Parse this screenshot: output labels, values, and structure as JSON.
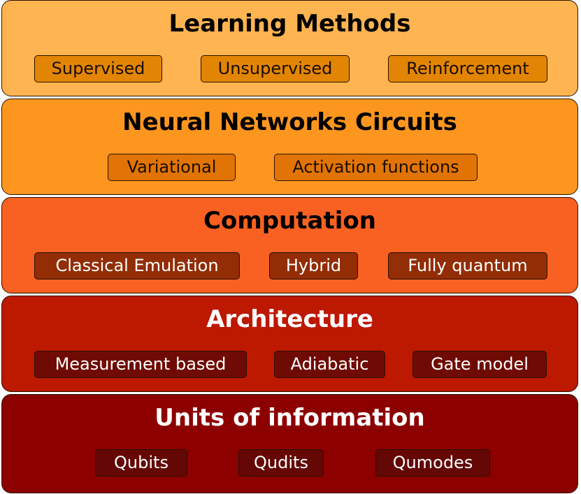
{
  "layers": [
    {
      "title": "Learning Methods",
      "colors": {
        "fill": "#feb450",
        "chip": "#e38504",
        "text": "#000000",
        "chip_text": "#1a0d00"
      },
      "items": [
        "Supervised",
        "Unsupervised",
        "Reinforcement"
      ]
    },
    {
      "title": "Neural Networks Circuits",
      "colors": {
        "fill": "#fd961f",
        "chip": "#e17405",
        "text": "#000000",
        "chip_text": "#1a0d00"
      },
      "items": [
        "Variational",
        "Activation functions"
      ]
    },
    {
      "title": "Computation",
      "colors": {
        "fill": "#f96122",
        "chip": "#922d06",
        "text": "#000000",
        "chip_text": "#ffffff"
      },
      "items": [
        "Classical Emulation",
        "Hybrid",
        "Fully quantum"
      ]
    },
    {
      "title": "Architecture",
      "colors": {
        "fill": "#bd1800",
        "chip": "#6f0b04",
        "text": "#ffffff",
        "chip_text": "#ffffff"
      },
      "items": [
        "Measurement based",
        "Adiabatic",
        "Gate model"
      ]
    },
    {
      "title": "Units of information",
      "colors": {
        "fill": "#8c0000",
        "chip": "#640705",
        "text": "#ffffff",
        "chip_text": "#ffffff"
      },
      "items": [
        "Qubits",
        "Qudits",
        "Qumodes"
      ]
    }
  ]
}
